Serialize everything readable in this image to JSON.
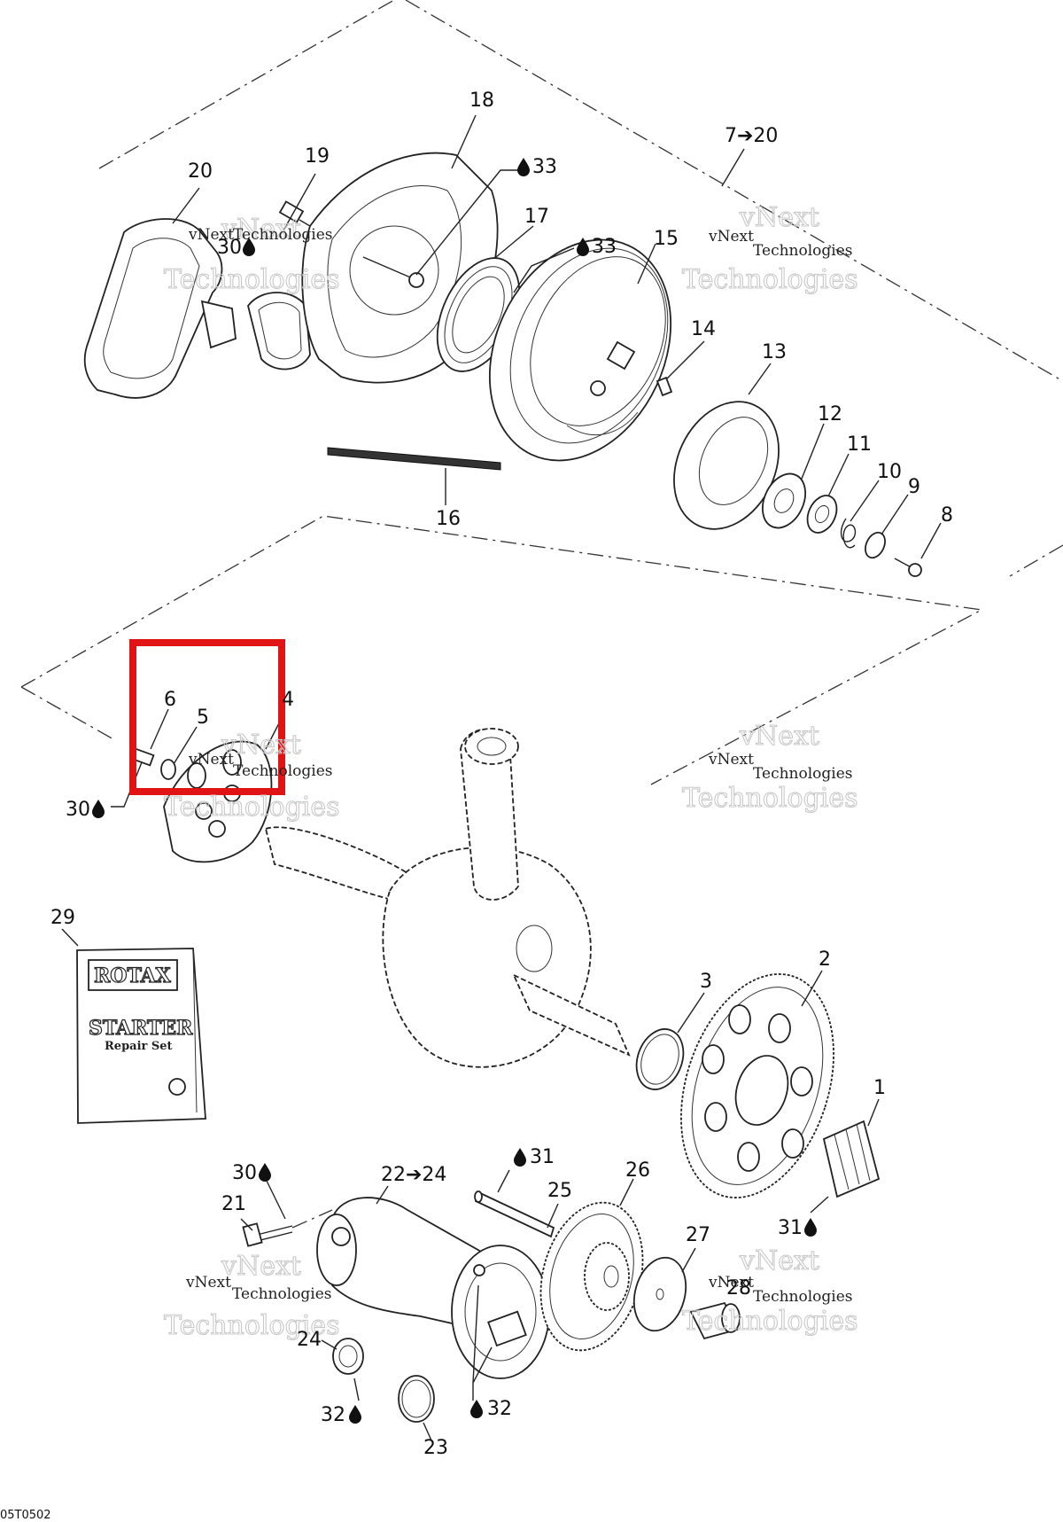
{
  "diagram": {
    "drawing_code": "05T0502",
    "manual": {
      "brand": "ROTAX",
      "title": "STARTER",
      "subtitle": "Repair Set"
    },
    "watermark": {
      "line1": "vNext",
      "line2": "Technologies"
    },
    "callouts": {
      "p1": "1",
      "p2": "2",
      "p3": "3",
      "p4": "4",
      "p5": "5",
      "p6": "6",
      "p7_20": "7➔20",
      "p8": "8",
      "p9": "9",
      "p10": "10",
      "p11": "11",
      "p12": "12",
      "p13": "13",
      "p14": "14",
      "p15": "15",
      "p16": "16",
      "p17": "17",
      "p18": "18",
      "p19": "19",
      "p20": "20",
      "p21": "21",
      "p22_24": "22➔24",
      "p23": "23",
      "p24": "24",
      "p25": "25",
      "p26": "26",
      "p27": "27",
      "p28": "28",
      "p29": "29",
      "p30_a": "30",
      "p30_b": "30",
      "p30_c": "30",
      "p31_a": "31",
      "p31_b": "31",
      "p32_a": "32",
      "p32_b": "32",
      "p33_a": "33",
      "p33_b": "33"
    },
    "highlight_color": "#e01414"
  }
}
